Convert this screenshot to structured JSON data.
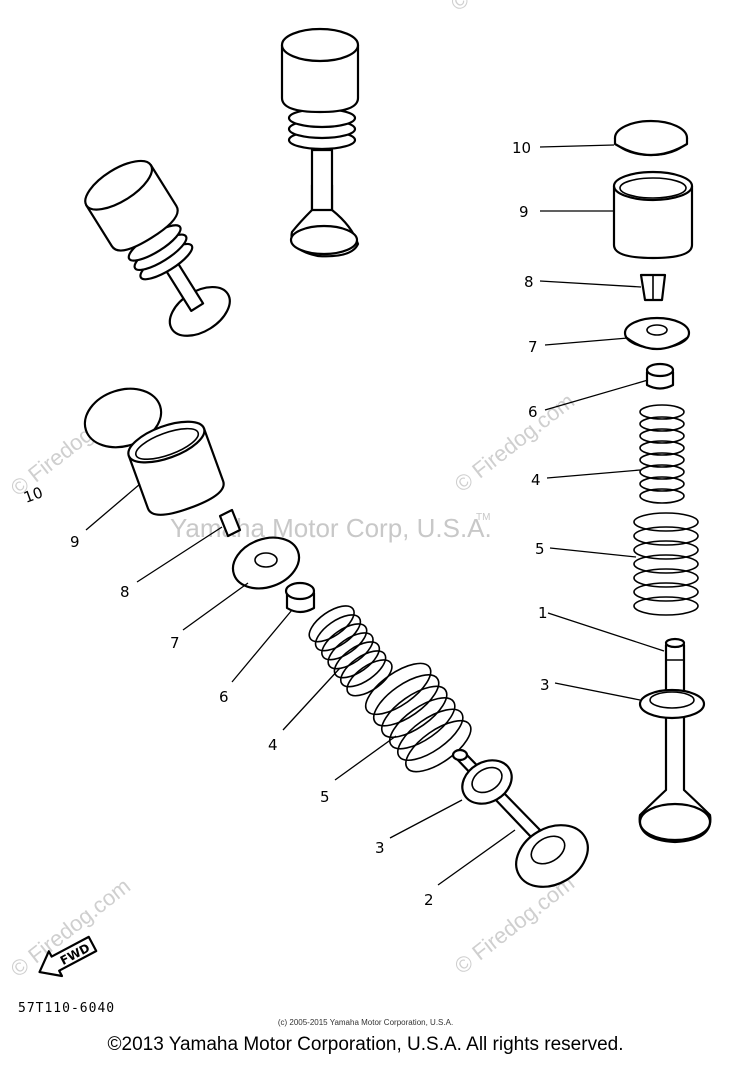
{
  "watermark": {
    "text": "© Firedog.com",
    "center_text": "Yamaha Motor Corp, U.S.A.",
    "center_tm": "TM"
  },
  "diagram_code": "57T110-6040",
  "fwd_label": "FWD",
  "callouts_right": {
    "c10": "10",
    "c9": "9",
    "c8": "8",
    "c7": "7",
    "c6": "6",
    "c4": "4",
    "c5": "5",
    "c1": "1",
    "c3": "3"
  },
  "callouts_left": {
    "c10": "10",
    "c9": "9",
    "c8": "8",
    "c7": "7",
    "c6": "6",
    "c4": "4",
    "c5": "5",
    "c3": "3",
    "c2": "2"
  },
  "small_copyright": "(c) 2005-2015 Yamaha Motor Corporation, U.S.A.",
  "footer": "©2013 Yamaha Motor Corporation, U.S.A. All rights reserved."
}
